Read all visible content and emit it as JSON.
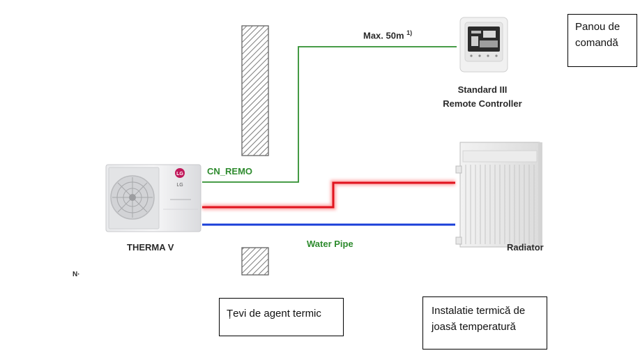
{
  "diagram": {
    "cable_label": "Max. 50m",
    "cable_footnote": "1)",
    "controller_line1": "Standard III",
    "controller_line2": "Remote Controller",
    "connector_label": "CN_REMO",
    "unit_label": "THERMA V",
    "pipe_label": "Water Pipe",
    "radiator_label": "Radiator",
    "truncated_note": "N·"
  },
  "annotations": {
    "panou": "Panou de comandă",
    "tevi": "Țevi de agent termic",
    "instalatie": "Instalatie termică de joasă temperatură"
  },
  "colors": {
    "cable": "#2f8f2f",
    "hot_pipe": "#e0141e",
    "cold_pipe": "#1a3fd8",
    "wall_hatch": "#777777",
    "label_green": "#2e8b2e"
  },
  "icons": {
    "outdoor_unit": "heat-pump-unit",
    "controller": "remote-controller",
    "radiator": "radiator",
    "wall": "hatched-wall"
  }
}
